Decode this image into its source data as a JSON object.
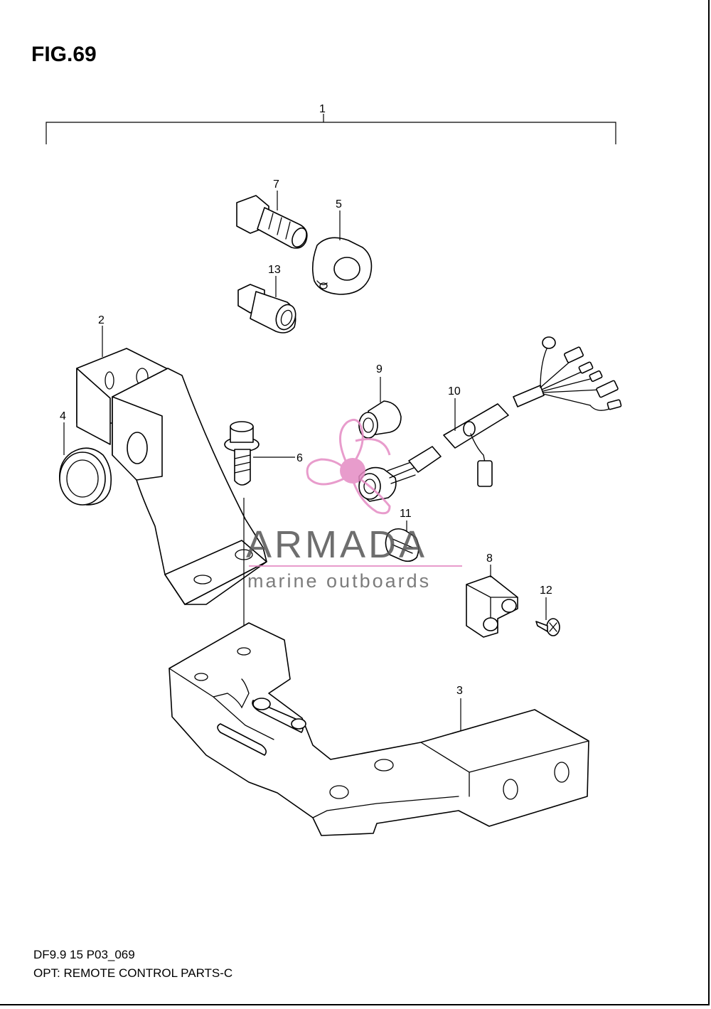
{
  "figure": {
    "title": "FIG.69",
    "model_code": "DF9.9 15 P03_069",
    "caption": "OPT: REMOTE CONTROL PARTS-C"
  },
  "callouts": [
    "1",
    "2",
    "3",
    "4",
    "5",
    "6",
    "7",
    "8",
    "9",
    "10",
    "11",
    "12",
    "13"
  ],
  "watermark": {
    "brand": "ARMADA",
    "tagline": "marine outboards",
    "color": "#e58bc4"
  }
}
